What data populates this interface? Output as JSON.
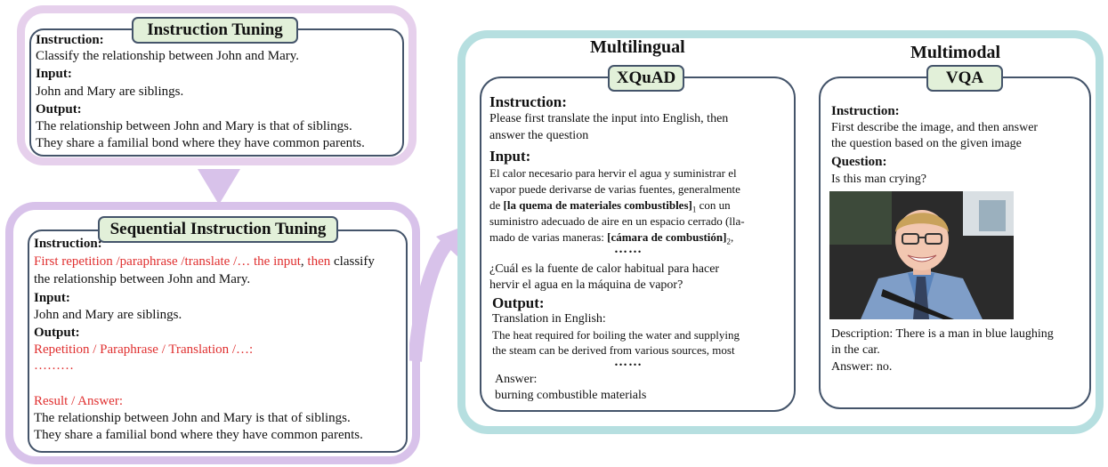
{
  "top_left": {
    "tag": "Instruction Tuning",
    "instruction_label": "Instruction:",
    "instruction_text": "Classify the relationship between John and Mary.",
    "input_label": "Input:",
    "input_text": "John and Mary are siblings.",
    "output_label": "Output:",
    "output_line1": "The relationship between John and Mary is that of siblings.",
    "output_line2": "They share a familial bond where they have common parents."
  },
  "bottom_left": {
    "tag": "Sequential Instruction Tuning",
    "instruction_label": "Instruction:",
    "instr_red": "First repetition /paraphrase /translate /… the input",
    "instr_comma": ", ",
    "instr_then": "then",
    "instr_rest": " classify",
    "instr_line2": "the relationship between John and Mary.",
    "input_label": "Input:",
    "input_text": "John and Mary are siblings.",
    "output_label": "Output:",
    "output_red1": "Repetition / Paraphrase / Translation /…:",
    "output_red2": "………",
    "result_red": "Result / Answer:",
    "result_line1": "The relationship between John and Mary is that of siblings.",
    "result_line2": "They share a familial bond where they have common parents."
  },
  "right_panel": {
    "multilingual_title": "Multilingual",
    "multimodal_title": "Multimodal",
    "xquad": {
      "tag": "XQuAD",
      "instruction_label": "Instruction:",
      "instruction_line1": "Please first translate the input into English,  then",
      "instruction_line2": "answer the question",
      "input_label": "Input:",
      "input_line1": "El calor necesario para hervir el agua y suministrar el",
      "input_line2": "vapor puede derivarse de varias fuentes, generalmente",
      "input_line3_pre": "de ",
      "input_line3_bold": "[la quema de materiales combustibles]",
      "input_line3_sub": "1",
      "input_line3_post": " con un",
      "input_line4": "suministro adecuado de aire en un espacio cerrado (lla-",
      "input_line5_pre": "mado de varias maneras: ",
      "input_line5_bold": "[cámara de combustión]",
      "input_line5_sub": "2",
      "input_line5_post": ",",
      "dots1": "……",
      "question_line1": "¿Cuál es la fuente de calor habitual para hacer",
      "question_line2": "hervir el agua en la máquina de vapor?",
      "output_label": "Output:",
      "translation_label": "Translation in English:",
      "translation_line1": "The heat required for boiling the water and supplying",
      "translation_line2": "the steam can be derived from various sources, most",
      "dots2": "……",
      "answer_label": "Answer:",
      "answer_text": "burning combustible materials"
    },
    "vqa": {
      "tag": "VQA",
      "instruction_label": "Instruction:",
      "instruction_line1": "First describe the image, and then answer",
      "instruction_line2": "the question based on the given image",
      "question_label": "Question:",
      "question_text": "Is this man crying?",
      "description_line1": "Description: There is a man in blue laughing",
      "description_line2": "in the car.",
      "answer_text": "Answer: no."
    }
  },
  "colors": {
    "pink_border": "#e6d0ec",
    "purple_border": "#d8c2ea",
    "teal_border": "#b6dfe0",
    "tag_fill": "#e2f0d9",
    "box_border": "#44546a",
    "red_text": "#e03030"
  }
}
